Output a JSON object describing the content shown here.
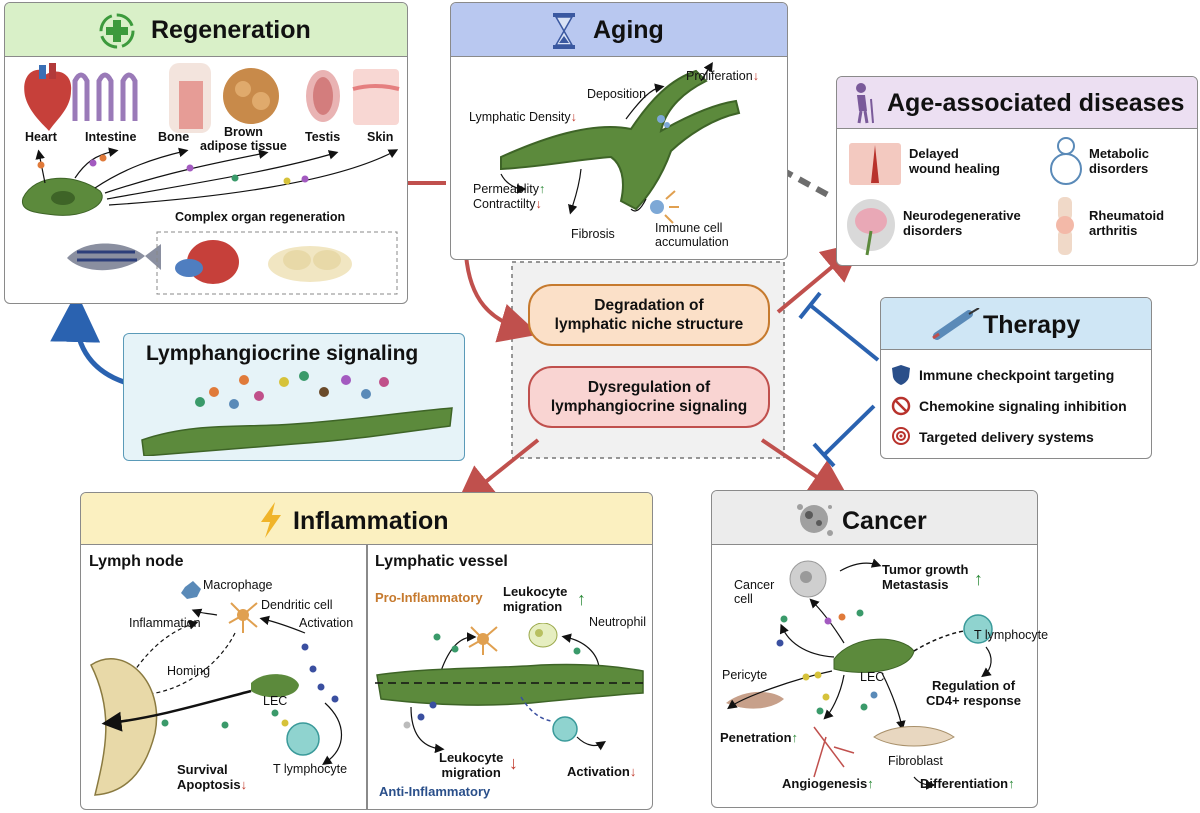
{
  "regeneration": {
    "title": "Regeneration",
    "organs": [
      "Heart",
      "Intestine",
      "Bone",
      "Brown\nadipose tissue",
      "Testis",
      "Skin"
    ],
    "complex_label": "Complex organ regeneration"
  },
  "aging": {
    "title": "Aging",
    "labels": {
      "proliferation": "Proliferation",
      "deposition": "Deposition",
      "density": "Lymphatic Density",
      "permeability": "Permeablity",
      "contractility": "Contractilty",
      "fibrosis": "Fibrosis",
      "immune": "Immune cell\naccumulation"
    }
  },
  "age_diseases": {
    "title": "Age-associated diseases",
    "items": [
      "Delayed\nwound healing",
      "Metabolic\ndisorders",
      "Neurodegenerative\ndisorders",
      "Rheumatoid\narthritis"
    ]
  },
  "center": {
    "degradation": "Degradation of\nlymphatic niche structure",
    "dysregulation": "Dysregulation of\nlymphangiocrine signaling"
  },
  "lymphangiocrine": {
    "title": "Lymphangiocrine signaling"
  },
  "therapy": {
    "title": "Therapy",
    "items": [
      "Immune checkpoint targeting",
      "Chemokine signaling inhibition",
      "Targeted delivery systems"
    ]
  },
  "inflammation": {
    "title": "Inflammation",
    "lymph_node": {
      "title": "Lymph node",
      "macrophage": "Macrophage",
      "dendritic": "Dendritic cell",
      "inflammation": "Inflammation",
      "activation": "Activation",
      "homing": "Homing",
      "lec": "LEC",
      "t_lymphocyte": "T lymphocyte",
      "survival": "Survival",
      "apoptosis": "Apoptosis"
    },
    "lymphatic_vessel": {
      "title": "Lymphatic vessel",
      "pro": "Pro-Inflammatory",
      "leuko_up": "Leukocyte\nmigration",
      "neutrophil": "Neutrophil",
      "leuko_down": "Leukocyte\nmigration",
      "activation": "Activation",
      "anti": "Anti-Inflammatory"
    }
  },
  "cancer": {
    "title": "Cancer",
    "cancer_cell": "Cancer\ncell",
    "tumor": "Tumor growth\nMetastasis",
    "t_lymphocyte": "T lymphocyte",
    "pericyte": "Pericyte",
    "lec": "LEC",
    "regulation": "Regulation of\nCD4+ response",
    "penetration": "Penetration",
    "fibroblast": "Fibroblast",
    "angiogenesis": "Angiogenesis",
    "differentiation": "Differentiation"
  },
  "colors": {
    "regeneration": "#d9f0c8",
    "aging": "#b9c8f0",
    "age_diseases": "#ecdff2",
    "therapy": "#cfe6f5",
    "inflammation": "#fbf0c0",
    "cancer": "#ececec",
    "vessel": "#5c8a3c",
    "red_arrow": "#c0504d",
    "blue_arrow": "#2a62b0"
  }
}
